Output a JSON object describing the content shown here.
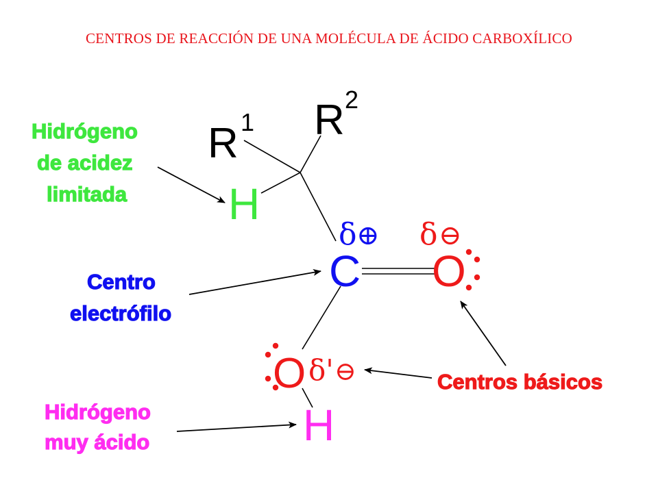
{
  "title": "CENTROS DE REACCIÓN DE UNA MOLÉCULA DE ÁCIDO CARBOXÍLICO",
  "colors": {
    "title": "#e8141b",
    "bond": "#000000",
    "green": "#3ee73e",
    "blue": "#1010f0",
    "red": "#ee1a1a",
    "magenta": "#ff2df0"
  },
  "atoms": {
    "r1": "R",
    "r1_sup": "1",
    "r2": "R",
    "r2_sup": "2",
    "h_alpha": "H",
    "carbon": "C",
    "oxygen_carbonyl": "O",
    "oxygen_hydroxyl": "O",
    "h_acid": "H"
  },
  "charges": {
    "carbon_delta": "δ",
    "carbon_sign": "⊕",
    "oxygen_delta": "δ",
    "oxygen_sign": "⊖",
    "hydroxyl_delta": "δ'",
    "hydroxyl_sign": "⊖"
  },
  "labels": {
    "acidez_limitada": [
      "Hidrógeno",
      "de acidez",
      "limitada"
    ],
    "electrofilo": [
      "Centro",
      "electrófilo"
    ],
    "basicos": "Centros básicos",
    "muy_acido": [
      "Hidrógeno",
      "muy ácido"
    ]
  }
}
